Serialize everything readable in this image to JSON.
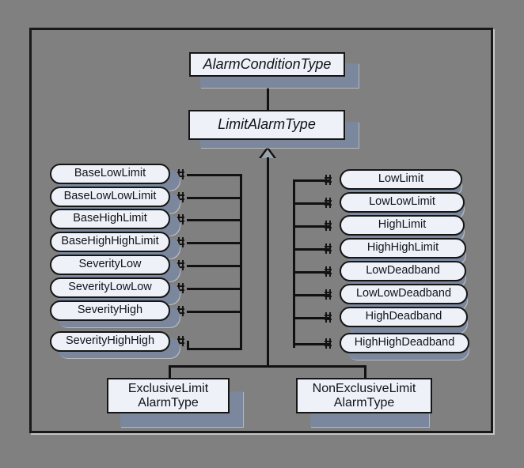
{
  "diagram": {
    "title_nodes": {
      "alarm_condition_type": "AlarmConditionType",
      "limit_alarm_type": "LimitAlarmType"
    },
    "left_properties": [
      "BaseLowLimit",
      "BaseLowLowLimit",
      "BaseHighLimit",
      "BaseHighHighLimit",
      "SeverityLow",
      "SeverityLowLow",
      "SeverityHigh",
      "SeverityHighHigh"
    ],
    "right_properties": [
      "LowLimit",
      "LowLowLimit",
      "HighLimit",
      "HighHighLimit",
      "LowDeadband",
      "LowLowDeadband",
      "HighDeadband",
      "HighHighDeadband"
    ],
    "subtypes": [
      {
        "line1": "ExclusiveLimit",
        "line2": "AlarmType"
      },
      {
        "line1": "NonExclusiveLimit",
        "line2": "AlarmType"
      }
    ],
    "colors": {
      "canvas": "#808080",
      "node_fill": "#eef1f8",
      "node_border": "#151515",
      "shadow": "#7a879d",
      "connector": "#111111"
    }
  }
}
